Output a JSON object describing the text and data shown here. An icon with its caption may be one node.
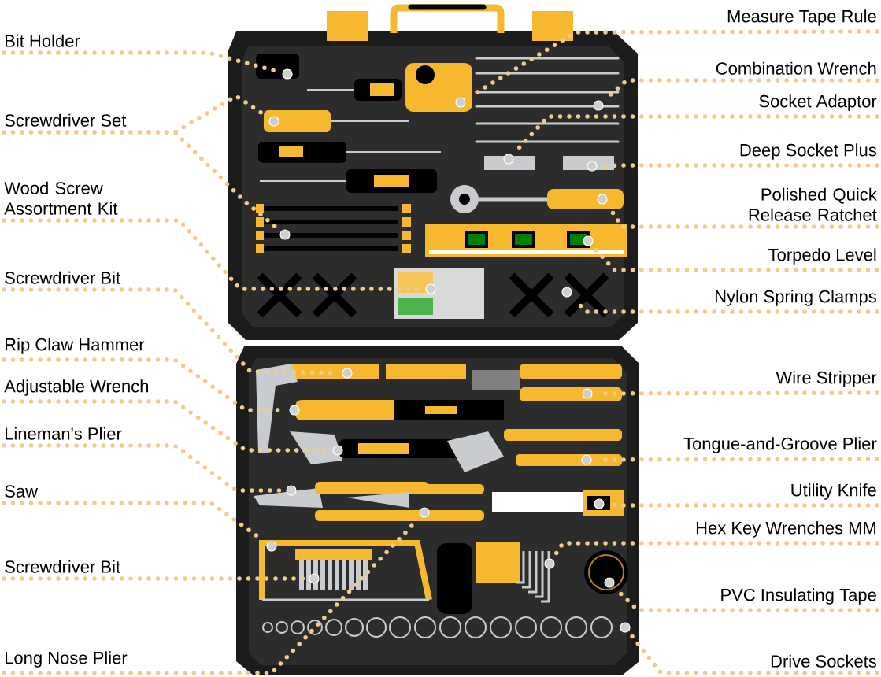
{
  "diagram": {
    "nodes": [
      {
        "text": [
          "Bit Holder"
        ]
      },
      {
        "text": [
          "Screwdriver Set"
        ]
      },
      {
        "text": [
          "Wood Screw Assortment Kit"
        ]
      },
      {
        "text": [
          "Screwdriver Bit"
        ]
      },
      {
        "text": [
          "Rip Claw Hammer"
        ]
      },
      {
        "text": [
          "Adjustable Wrench"
        ]
      },
      {
        "text": [
          "Lineman's Plier"
        ]
      },
      {
        "text": [
          "Saw"
        ]
      },
      {
        "text": [
          "Screwdriver Bit"
        ]
      },
      {
        "text": [
          "Long Nose Plier"
        ]
      },
      {
        "text": [
          "Measure Tape Rule"
        ]
      },
      {
        "text": [
          "Combination Wrench"
        ]
      },
      {
        "text": [
          "Socket Adaptor"
        ]
      },
      {
        "text": [
          "Deep Socket Plus"
        ]
      },
      {
        "text": [
          "Polished Quick Release Ratchet"
        ]
      },
      {
        "text": [
          "Torpedo Level"
        ]
      },
      {
        "text": [
          "Nylon Spring Clamps"
        ]
      },
      {
        "text": [
          "Wire Stripper"
        ]
      },
      {
        "text": [
          "Tongue-and-Groove Plier"
        ]
      },
      {
        "text": [
          "Utility Knife"
        ]
      },
      {
        "text": [
          "Hex Key Wrenches MM"
        ]
      },
      {
        "text": [
          "PVC Insulating Tape"
        ]
      },
      {
        "text": [
          "Drive Sockets"
        ]
      },
      {
        "text": [],
        "shape": "circle"
      },
      {
        "text": [],
        "shape": "circle"
      },
      {
        "text": [],
        "shape": "circle"
      },
      {
        "text": [],
        "shape": "circle"
      },
      {
        "text": [],
        "shape": "circle"
      },
      {
        "text": [],
        "shape": "circle"
      },
      {
        "text": [],
        "shape": "circle"
      },
      {
        "text": [],
        "shape": "circle"
      },
      {
        "text": [],
        "shape": "circle"
      },
      {
        "text": [],
        "shape": "circle"
      },
      {
        "text": [],
        "shape": "circle"
      },
      {
        "text": [],
        "shape": "circle"
      },
      {
        "text": [],
        "shape": "circle"
      },
      {
        "text": [],
        "shape": "circle"
      },
      {
        "text": [],
        "shape": "circle"
      },
      {
        "text": [],
        "shape": "circle"
      },
      {
        "text": [],
        "shape": "circle"
      },
      {
        "text": [],
        "shape": "circle"
      },
      {
        "text": [],
        "shape": "circle"
      },
      {
        "text": [],
        "shape": "circle"
      },
      {
        "text": [],
        "shape": "circle"
      },
      {
        "text": [],
        "shape": "circle"
      },
      {
        "text": [],
        "shape": "circle"
      },
      {
        "text": [],
        "shape": "circle"
      }
    ],
    "edges": [
      {
        "from": 0,
        "to": 23,
        "arrow": "none"
      },
      {
        "from": 1,
        "to": 24,
        "arrow": "none"
      },
      {
        "from": 1,
        "to": 25,
        "arrow": "none"
      },
      {
        "from": 2,
        "to": 26,
        "arrow": "none"
      },
      {
        "from": 3,
        "to": 27,
        "arrow": "none"
      },
      {
        "from": 4,
        "to": 28,
        "arrow": "none"
      },
      {
        "from": 5,
        "to": 29,
        "arrow": "none"
      },
      {
        "from": 6,
        "to": 30,
        "arrow": "none"
      },
      {
        "from": 7,
        "to": 31,
        "arrow": "none"
      },
      {
        "from": 8,
        "to": 32,
        "arrow": "none"
      },
      {
        "from": 9,
        "to": 33,
        "arrow": "none"
      },
      {
        "from": 10,
        "to": 34,
        "arrow": "none"
      },
      {
        "from": 11,
        "to": 35,
        "arrow": "none"
      },
      {
        "from": 12,
        "to": 36,
        "arrow": "none"
      },
      {
        "from": 13,
        "to": 37,
        "arrow": "none"
      },
      {
        "from": 14,
        "to": 38,
        "arrow": "none"
      },
      {
        "from": 15,
        "to": 39,
        "arrow": "none"
      },
      {
        "from": 16,
        "to": 40,
        "arrow": "none"
      },
      {
        "from": 17,
        "to": 41,
        "arrow": "none"
      },
      {
        "from": 18,
        "to": 42,
        "arrow": "none"
      },
      {
        "from": 19,
        "to": 43,
        "arrow": "none"
      },
      {
        "from": 20,
        "to": 44,
        "arrow": "none"
      },
      {
        "from": 21,
        "to": 45,
        "arrow": "none"
      },
      {
        "from": 22,
        "to": 46,
        "arrow": "none"
      }
    ]
  }
}
